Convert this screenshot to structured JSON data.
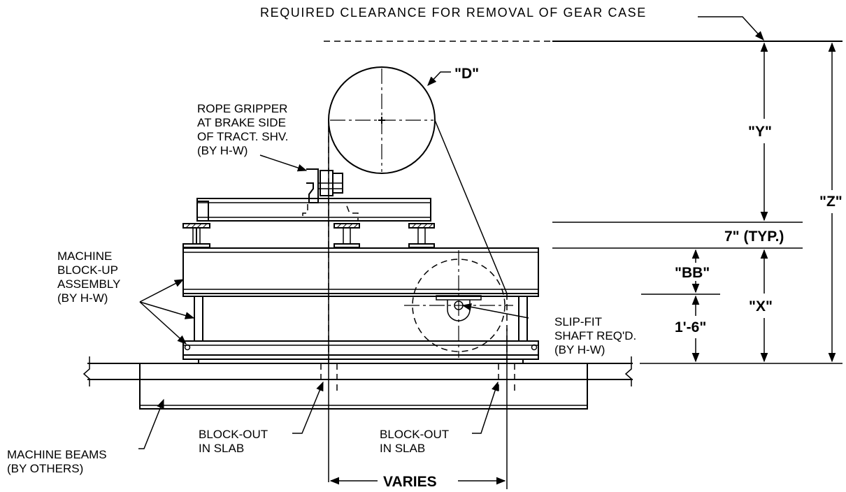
{
  "labels": {
    "clearance": "REQUIRED CLEARANCE FOR REMOVAL OF GEAR CASE",
    "d": "\"D\"",
    "y": "\"Y\"",
    "z": "\"Z\"",
    "x": "\"X\"",
    "bb": "\"BB\"",
    "typ": "7\" (TYP.)",
    "one_six": "1'-6\"",
    "varies": "VARIES",
    "rope_gripper": [
      "ROPE GRIPPER",
      "AT BRAKE SIDE",
      "OF TRACT. SHV.",
      "(BY H-W)"
    ],
    "blockup": [
      "MACHINE",
      "BLOCK-UP",
      "ASSEMBLY",
      "(BY H-W)"
    ],
    "slipfit": [
      "SLIP-FIT",
      "SHAFT REQ'D.",
      "(BY H-W)"
    ],
    "blockout_left": [
      "BLOCK-OUT",
      "IN SLAB"
    ],
    "blockout_right": [
      "BLOCK-OUT",
      "IN SLAB"
    ],
    "machine_beams": [
      "MACHINE BEAMS",
      "(BY OTHERS)"
    ]
  }
}
